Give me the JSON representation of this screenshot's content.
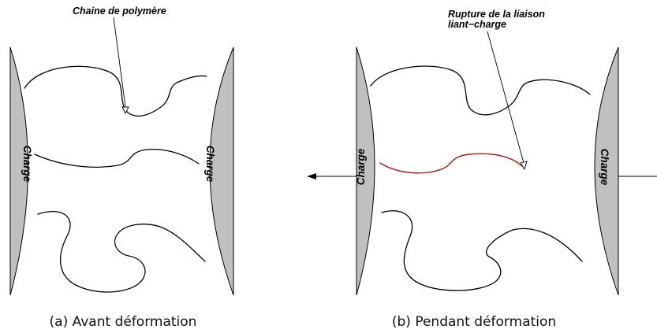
{
  "panel_a": {
    "annotation": "Chaine de polymère",
    "left_filler_label": "Charge",
    "right_filler_label": "Charge",
    "caption": "(a) Avant déformation"
  },
  "panel_b": {
    "annotation_line1": "Rupture de la liaison",
    "annotation_line2": "liant−charge",
    "left_filler_label": "Charge",
    "right_filler_label": "Charge",
    "caption": "(b) Pendant déformation",
    "broken_chain_color": "#b01818"
  },
  "colors": {
    "filler_fill": "#c0c0c0",
    "chain_stroke": "#000000"
  }
}
